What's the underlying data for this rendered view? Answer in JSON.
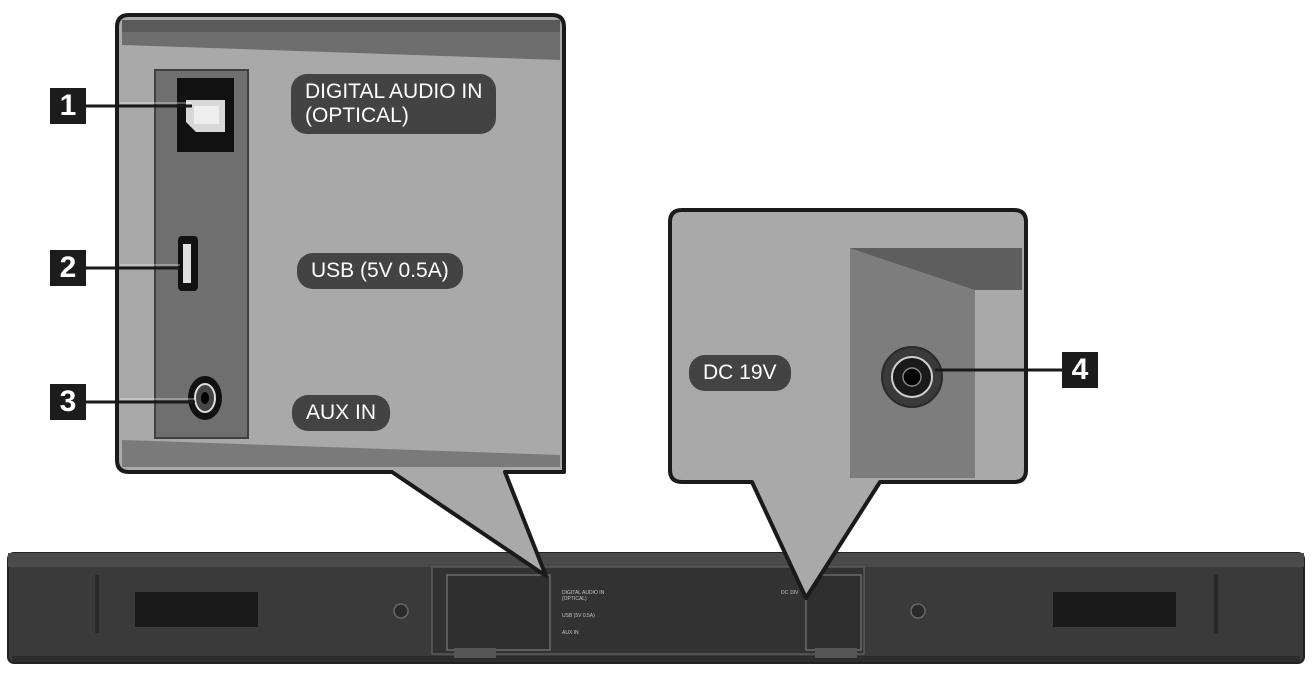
{
  "callouts": [
    {
      "number": "1",
      "label": "DIGITAL AUDIO IN\n(OPTICAL)"
    },
    {
      "number": "2",
      "label": "USB (5V 0.5A)"
    },
    {
      "number": "3",
      "label": "AUX IN"
    },
    {
      "number": "4",
      "label": "DC 19V"
    }
  ],
  "icons": {
    "optical": "optical-port-icon",
    "usb": "usb-port-icon",
    "aux": "aux-jack-icon",
    "dc": "dc-jack-icon"
  },
  "colors": {
    "panel": "#a6a6a6",
    "soundbar": "#3b3b3b",
    "badge": "#1c1c1c",
    "label": "#434343"
  }
}
